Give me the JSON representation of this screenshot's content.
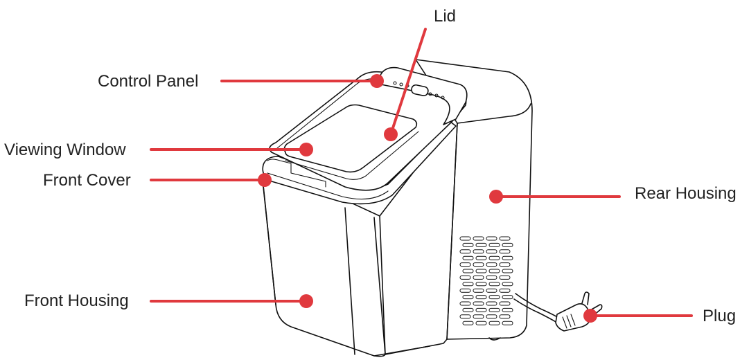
{
  "accent_color": "#e0393e",
  "labels": {
    "lid": "Lid",
    "control_panel": "Control Panel",
    "viewing_window": "Viewing Window",
    "front_cover": "Front Cover",
    "rear_housing": "Rear Housing",
    "front_housing": "Front Housing",
    "plug": "Plug"
  }
}
